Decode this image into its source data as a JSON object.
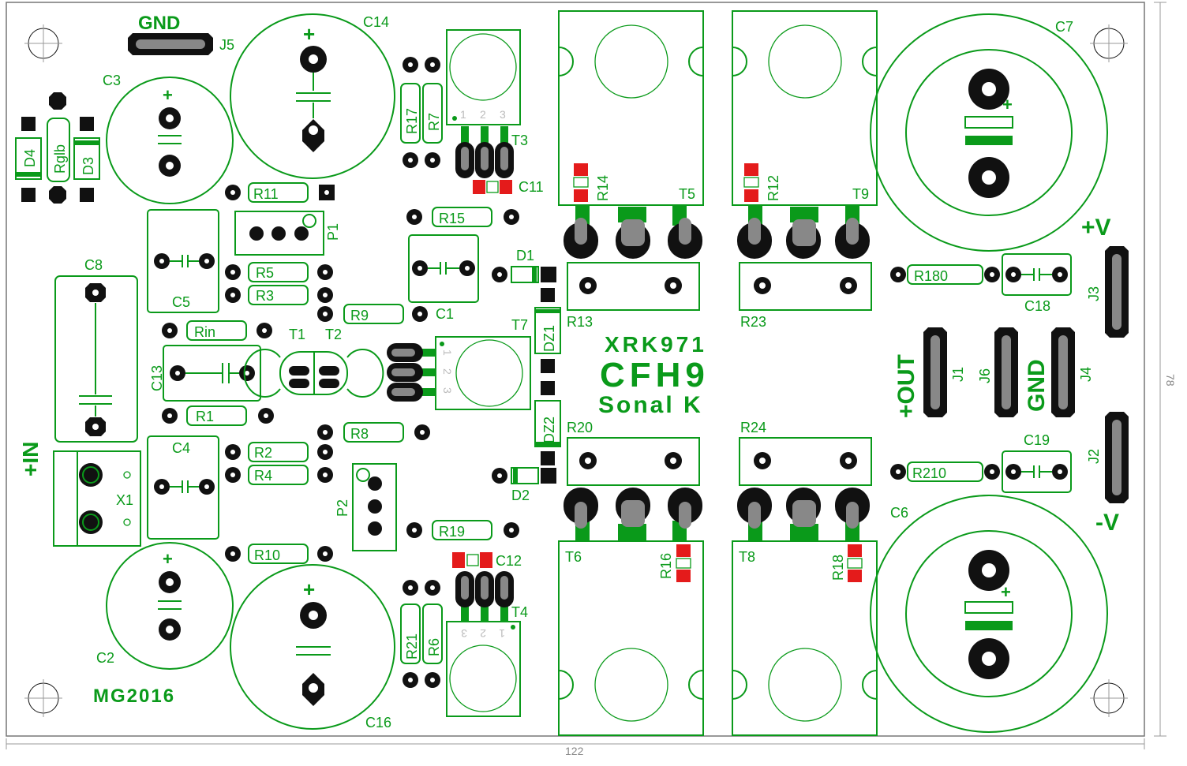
{
  "board": {
    "title_line1": "XRK971",
    "title_line2": "CFH9",
    "title_line3": "Sonal K",
    "signature": "MG2016",
    "width_dim": "122",
    "height_dim": "78"
  },
  "connectors": {
    "gnd_top": "GND",
    "input": "+IN",
    "plus_v": "+V",
    "minus_v": "-V",
    "out": "+OUT",
    "gnd_right": "GND"
  },
  "refs": {
    "J5": "J5",
    "C14": "C14",
    "C3": "C3",
    "C7": "C7",
    "C8": "C8",
    "C5": "C5",
    "C13": "C13",
    "C4": "C4",
    "C2": "C2",
    "C16": "C16",
    "C6": "C6",
    "D4": "D4",
    "D3": "D3",
    "Rglb": "Rglb",
    "R11": "R11",
    "R5": "R5",
    "R3": "R3",
    "Rin": "Rin",
    "R1": "R1",
    "R2": "R2",
    "R4": "R4",
    "R10": "R10",
    "P1": "P1",
    "P2": "P2",
    "X1": "X1",
    "T1": "T1",
    "T2": "T2",
    "R17": "R17",
    "R7": "R7",
    "T3": "T3",
    "C11": "C11",
    "R15": "R15",
    "C1": "C1",
    "R9": "R9",
    "R8": "R8",
    "R19": "R19",
    "D1": "D1",
    "D2": "D2",
    "T7": "T7",
    "DZ1": "DZ1",
    "DZ2": "DZ2",
    "R13": "R13",
    "R20": "R20",
    "R23": "R23",
    "R24": "R24",
    "R14": "R14",
    "R12": "R12",
    "T5": "T5",
    "T9": "T9",
    "T6": "T6",
    "T8": "T8",
    "R16": "R16",
    "R18": "R18",
    "C12": "C12",
    "T4": "T4",
    "R21": "R21",
    "R6": "R6",
    "R180": "R180",
    "R210": "R210",
    "C18": "C18",
    "C19": "C19",
    "J3": "J3",
    "J1": "J1",
    "J6": "J6",
    "J4": "J4",
    "J2": "J2"
  },
  "pin_numbers": {
    "p1": "1",
    "p2": "2",
    "p3": "3"
  }
}
